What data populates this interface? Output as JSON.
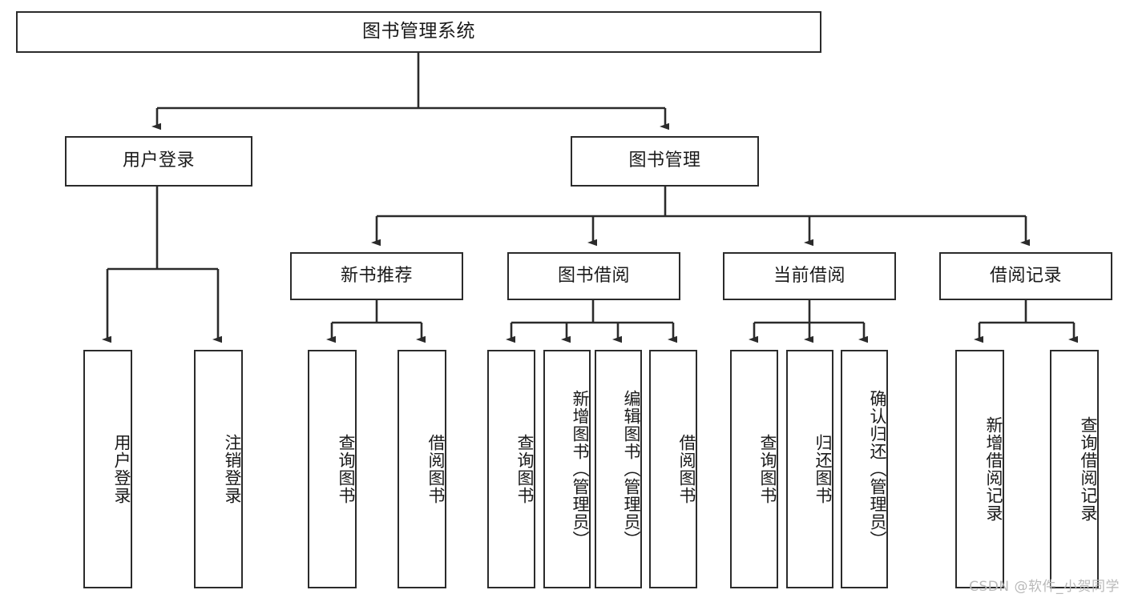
{
  "diagram": {
    "type": "tree",
    "title": "图书管理系统",
    "watermark": "CSDN @软件_小贺同学",
    "levels": {
      "root": {
        "label": "图书管理系统"
      },
      "level2": [
        {
          "label": "用户登录"
        },
        {
          "label": "图书管理"
        }
      ],
      "level3": [
        {
          "label": "新书推荐"
        },
        {
          "label": "图书借阅"
        },
        {
          "label": "当前借阅"
        },
        {
          "label": "借阅记录"
        }
      ],
      "leaves": {
        "user_login": [
          {
            "label": "用户登录"
          },
          {
            "label": "注销登录"
          }
        ],
        "new_book": [
          {
            "label": "查询图书"
          },
          {
            "label": "借阅图书"
          }
        ],
        "book_borrow": [
          {
            "label": "查询图书"
          },
          {
            "label": "新增图书（管理员）"
          },
          {
            "label": "编辑图书（管理员）"
          },
          {
            "label": "借阅图书"
          }
        ],
        "current_borrow": [
          {
            "label": "查询图书"
          },
          {
            "label": "归还图书"
          },
          {
            "label": "确认归还（管理员）"
          }
        ],
        "borrow_record": [
          {
            "label": "新增借阅记录"
          },
          {
            "label": "查询借阅记录"
          }
        ]
      }
    },
    "colors": {
      "stroke": "#2b2b2b",
      "fill": "#ffffff",
      "text": "#1a1a1a",
      "watermark": "#b9b9b9"
    }
  }
}
